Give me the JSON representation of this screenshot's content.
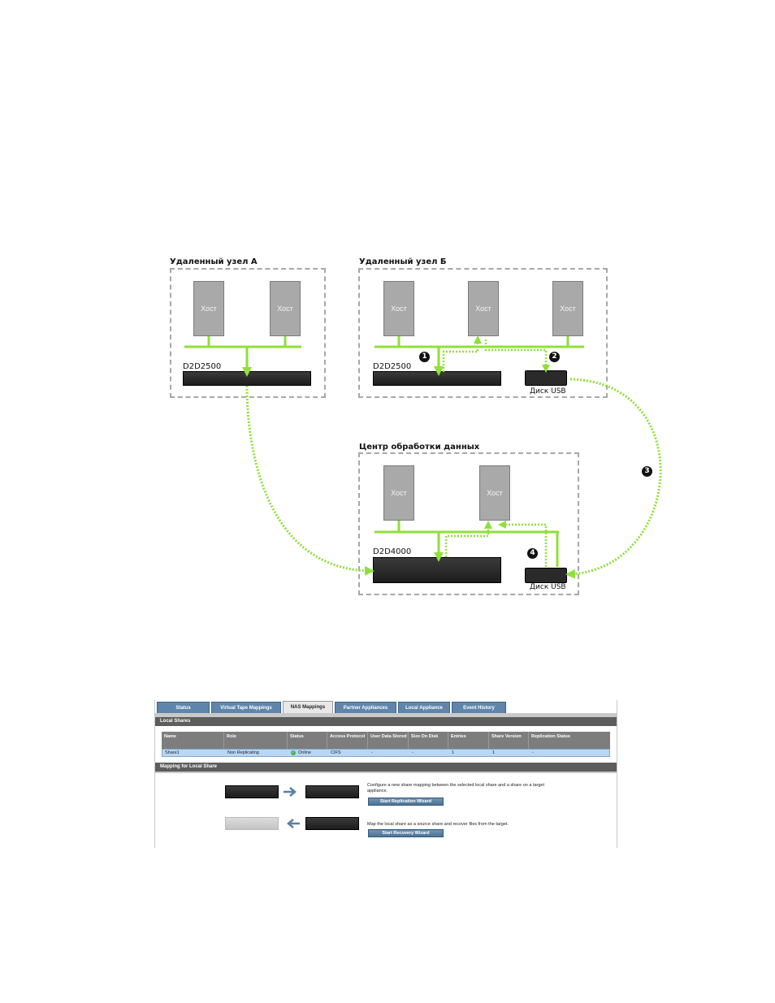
{
  "diagram": {
    "site_a": {
      "title": "Удаленный узел А",
      "hosts": [
        "Хост",
        "Хост"
      ],
      "device": "D2D2500"
    },
    "site_b": {
      "title": "Удаленный узел Б",
      "hosts": [
        "Хост",
        "Хост",
        "Хост"
      ],
      "device": "D2D2500",
      "usb": "Диск USB"
    },
    "datacenter": {
      "title": "Центр обработки данных",
      "hosts": [
        "Хост",
        "Хост"
      ],
      "device": "D2D4000",
      "usb": "Диск USB"
    },
    "badges": [
      "1",
      "2",
      "3",
      "4"
    ],
    "colors": {
      "link": "#8fe03a",
      "box_border": "#a8a8a8",
      "host": "#a9a9a9"
    }
  },
  "ui": {
    "tabs": [
      "Status",
      "Virtual Tape Mappings",
      "NAS Mappings",
      "Partner Appliances",
      "Local Appliance",
      "Event History"
    ],
    "active_tab": "NAS Mappings",
    "local_shares": {
      "title": "Local Shares",
      "columns": [
        "Name",
        "Role",
        "Status",
        "Access Protocol",
        "User Data Stored",
        "Size On Disk",
        "Entries",
        "Share Version",
        "Replication Status"
      ],
      "row": [
        "Share1",
        "Non Replicating",
        "Online",
        "CIFS",
        "-",
        "-",
        "1",
        "1",
        "-"
      ]
    },
    "mapping": {
      "title": "Mapping for Local Share",
      "replicate_text": "Configure a new share mapping between the selected local share and a share on a target appliance.",
      "replicate_button": "Start Replication Wizard",
      "recover_text": "Map the local share as a source share and recover files from the target.",
      "recover_button": "Start Recovery Wizard"
    },
    "colors": {
      "tab": "#5f86aa",
      "section": "#5d5d5d",
      "selected_row": "#b9d7f2"
    }
  }
}
